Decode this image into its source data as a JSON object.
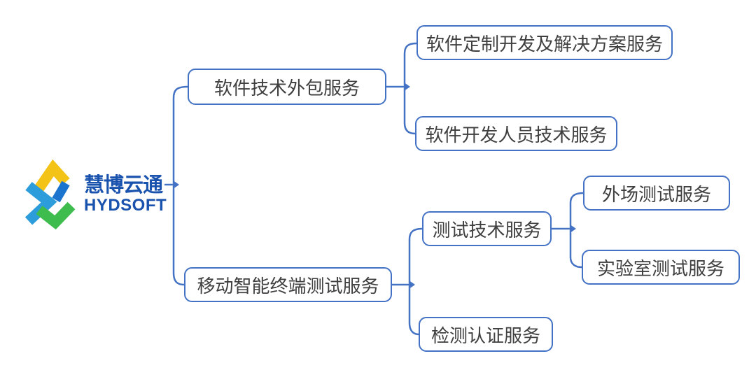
{
  "brand": {
    "name_zh": "慧博云通",
    "name_en": "HYDSOFT"
  },
  "colors": {
    "connector": "#4472C4",
    "node_border": "#4472C4",
    "node_text": "#3F3F3F",
    "brand_text": "#1A53AE",
    "logo_icon_yellow": "#F3C317",
    "logo_icon_blue": "#2D9CDB",
    "logo_icon_deep_blue": "#1B75CF",
    "logo_icon_green": "#3EBD4E"
  },
  "tree": {
    "root": "慧博云通 HYDSOFT",
    "children": [
      {
        "label": "软件技术外包服务",
        "children": [
          {
            "label": "软件定制开发及解决方案服务"
          },
          {
            "label": "软件开发人员技术服务"
          }
        ]
      },
      {
        "label": "移动智能终端测试服务",
        "children": [
          {
            "label": "测试技术服务",
            "children": [
              {
                "label": "外场测试服务"
              },
              {
                "label": "实验室测试服务"
              }
            ]
          },
          {
            "label": "检测认证服务"
          }
        ]
      }
    ]
  }
}
